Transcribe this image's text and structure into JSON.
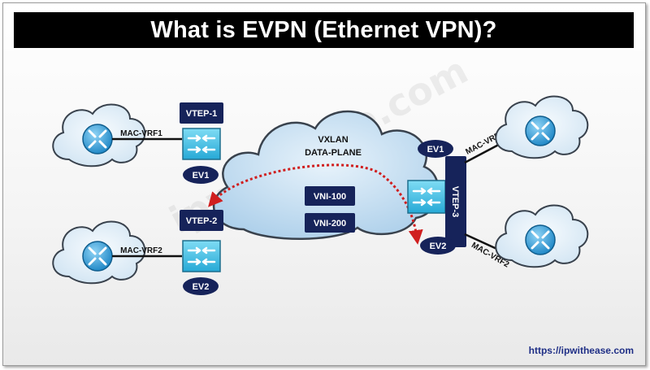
{
  "title": "What is EVPN (Ethernet VPN)?",
  "cloud": {
    "line1": "VXLAN",
    "line2": "DATA-PLANE"
  },
  "vnis": [
    "VNI-100",
    "VNI-200"
  ],
  "vteps": {
    "vtep1": "VTEP-1",
    "vtep2": "VTEP-2",
    "vtep3": "VTEP-3"
  },
  "evis": {
    "left_top": "EV1",
    "left_bottom": "EV2",
    "right_top": "EV1",
    "right_bottom": "EV2"
  },
  "links": {
    "left_top": "MAC-VRF1",
    "left_bottom": "MAC-VRF2",
    "right_top": "MAC-VRF1",
    "right_bottom": "MAC-VRF2"
  },
  "watermark": "ipwithease.com",
  "url": "https://ipwithease.com",
  "colors": {
    "label_navy": "#16235a",
    "switch_cyan": "#35c2e8",
    "cloud_blue": "#bcd9ee",
    "router_blue": "#1f8fd0",
    "arrow_red": "#d01f1f"
  }
}
